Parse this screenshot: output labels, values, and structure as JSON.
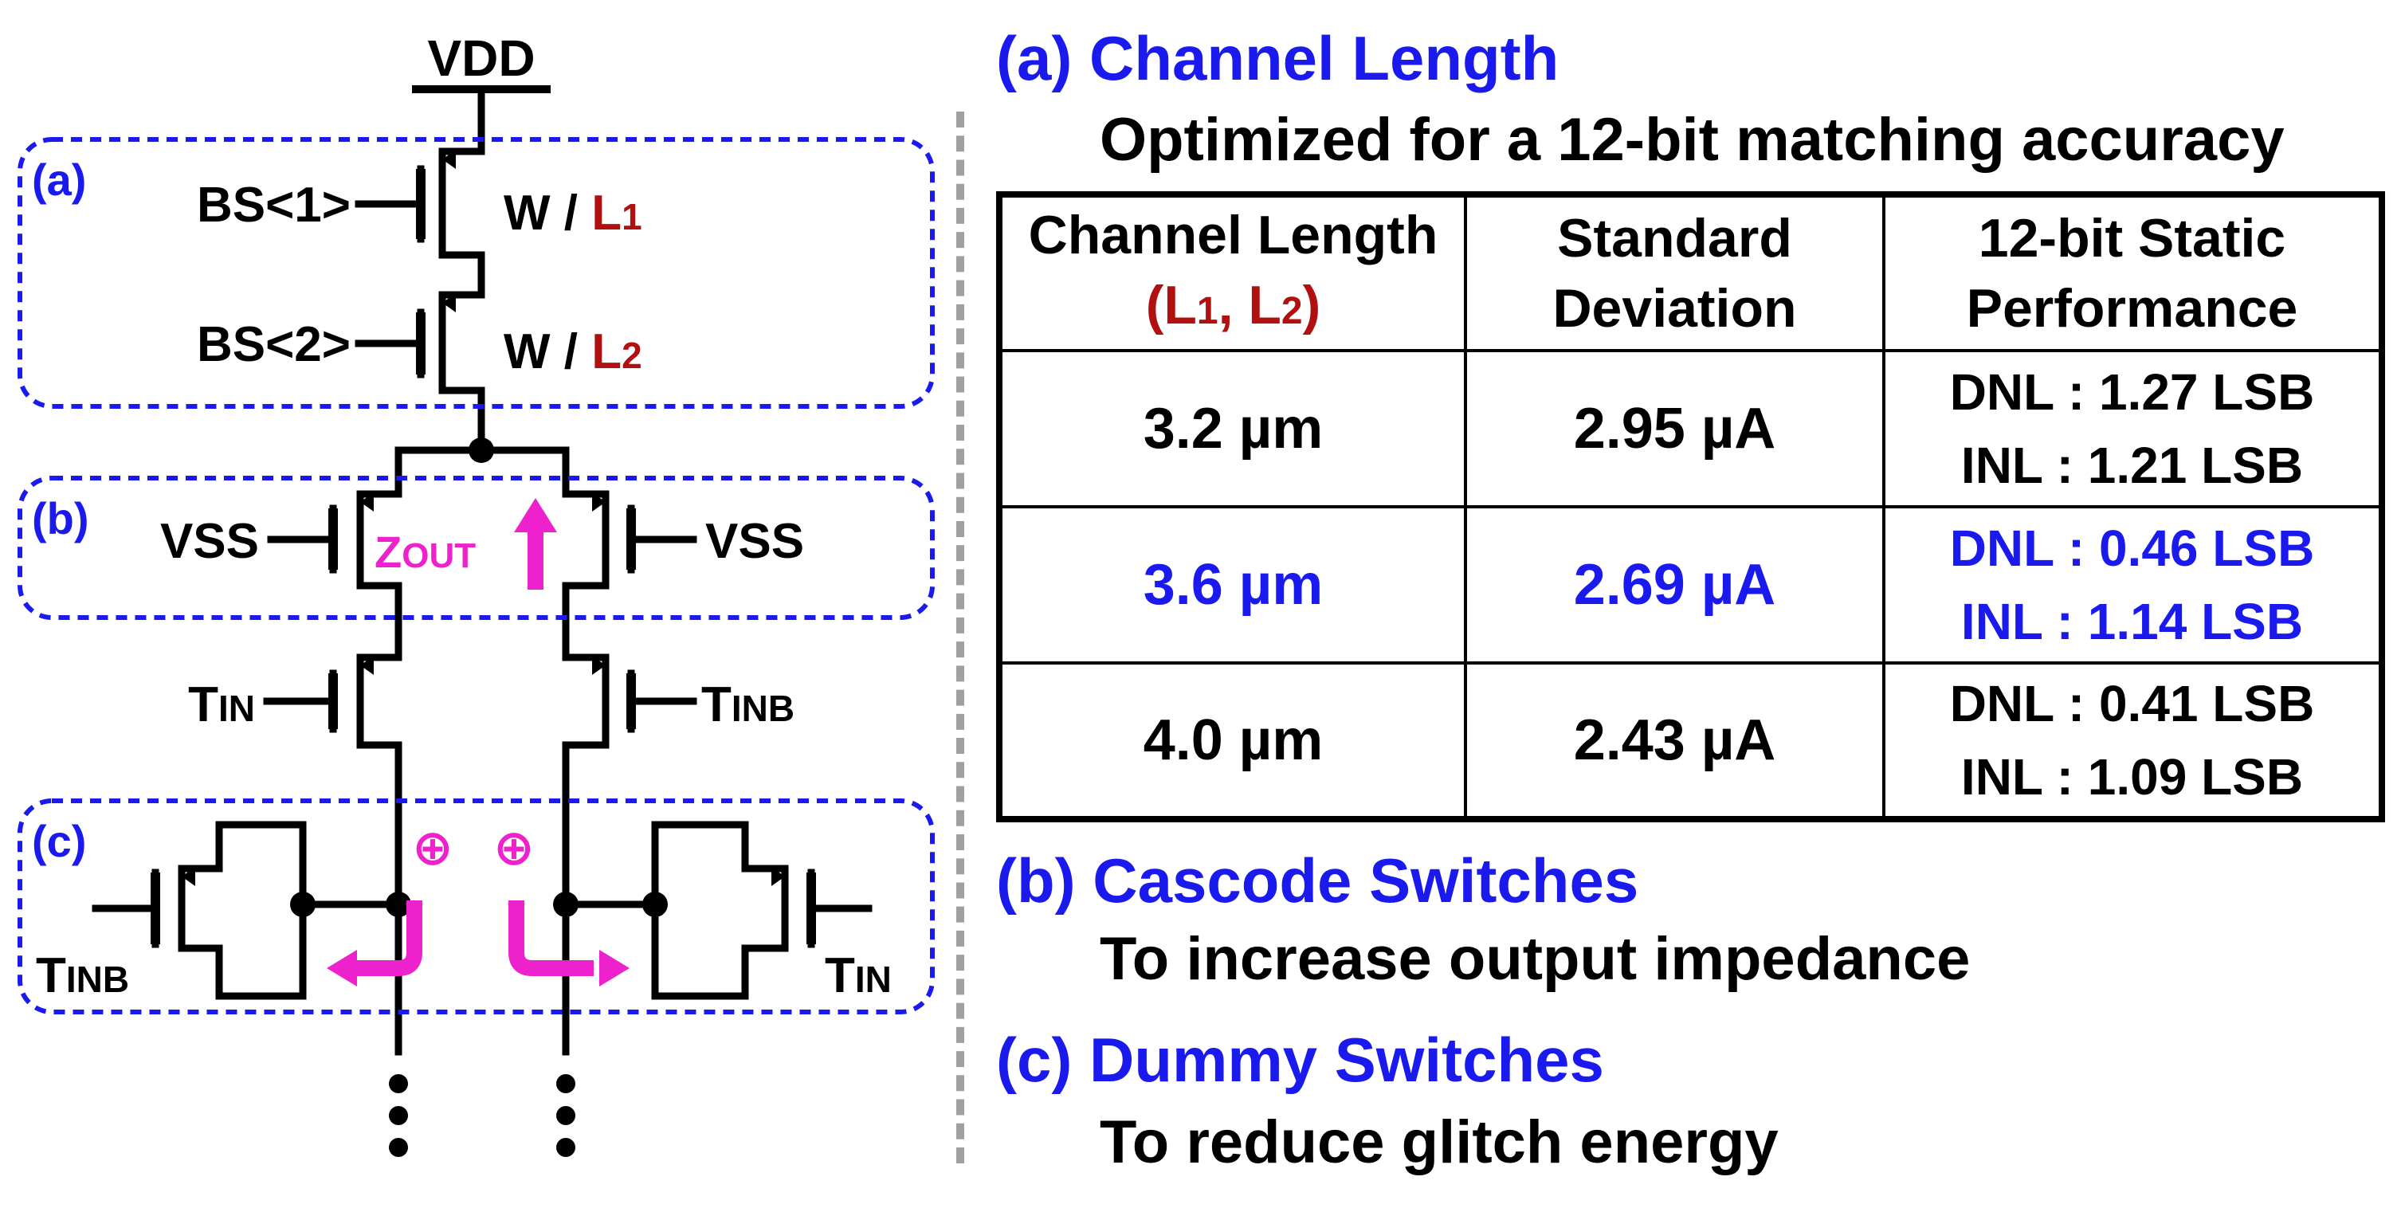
{
  "circuit": {
    "vdd": "VDD",
    "box_a_label": "(a)",
    "box_b_label": "(b)",
    "box_c_label": "(c)",
    "bs1": "BS<1>",
    "bs2": "BS<2>",
    "w1_prefix": "W / ",
    "l1_main": "L",
    "l1_sub": "1",
    "w2_prefix": "W / ",
    "l2_main": "L",
    "l2_sub": "2",
    "vss_left": "VSS",
    "vss_right": "VSS",
    "zout_main": "Z",
    "zout_sub": "OUT",
    "tin_left_main": "T",
    "tin_left_sub": "IN",
    "tinb_right_main": "T",
    "tinb_right_sub": "INB",
    "tinb_dummy_main": "T",
    "tinb_dummy_sub": "INB",
    "tin_dummy_main": "T",
    "tin_dummy_sub": "IN",
    "oplus_left": "⊕",
    "oplus_right": "⊕"
  },
  "sections": {
    "a_title": "(a) Channel Length",
    "a_subtitle": "Optimized for a 12-bit matching accuracy",
    "b_title": "(b) Cascode Switches",
    "b_subtitle": "To increase output impedance",
    "c_title": "(c) Dummy Switches",
    "c_subtitle": "To reduce glitch energy"
  },
  "table": {
    "col1_line1": "Channel Length",
    "col1_line2_a": "(L",
    "col1_line2_sub1": "1",
    "col1_line2_b": ", L",
    "col1_line2_sub2": "2",
    "col1_line2_c": ")",
    "col2_line1": "Standard",
    "col2_line2": "Deviation",
    "col3_line1": "12-bit Static",
    "col3_line2": "Performance",
    "rows": [
      {
        "length": "3.2 µm",
        "std": "2.95 µA",
        "dnl": "DNL : 1.27 LSB",
        "inl": "INL : 1.21 LSB",
        "highlight": false
      },
      {
        "length": "3.6 µm",
        "std": "2.69 µA",
        "dnl": "DNL : 0.46 LSB",
        "inl": "INL : 1.14 LSB",
        "highlight": true
      },
      {
        "length": "4.0 µm",
        "std": "2.43 µA",
        "dnl": "DNL : 0.41 LSB",
        "inl": "INL : 1.09 LSB",
        "highlight": false
      }
    ]
  },
  "colors": {
    "accent_blue": "#1a1aee",
    "label_red": "#b01010",
    "magenta": "#ee22cc",
    "divider_gray": "#a0a0a0"
  }
}
